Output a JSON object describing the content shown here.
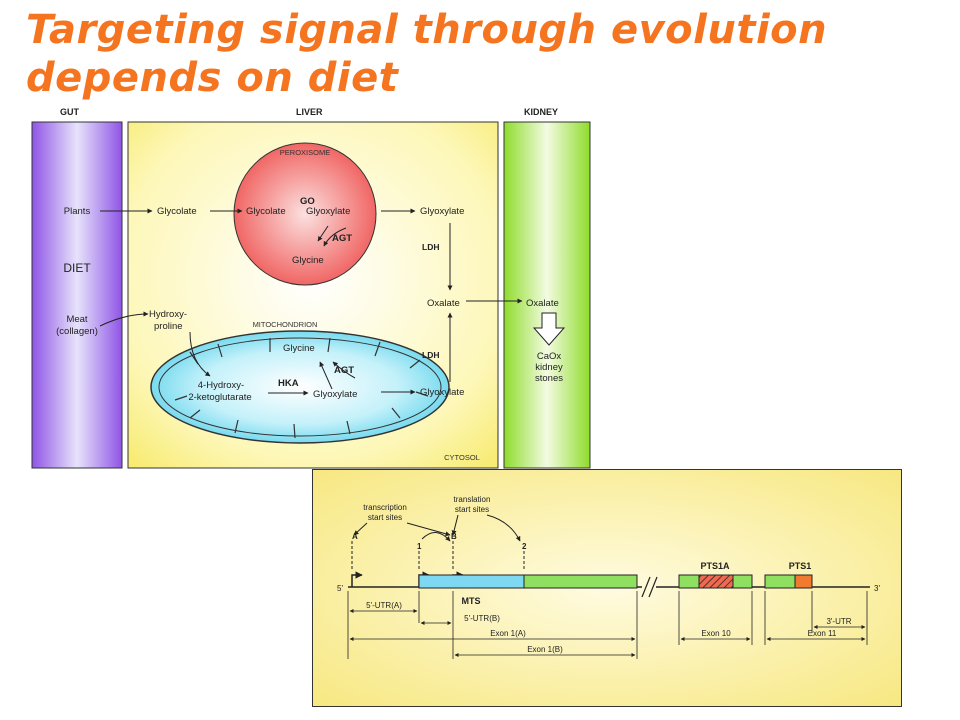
{
  "title": {
    "line1": "Targeting signal through evolution",
    "line2": "depends on diet"
  },
  "metabolism": {
    "compartments": {
      "gut": "GUT",
      "liver": "LIVER",
      "kidney": "KIDNEY",
      "peroxisome": "PEROXISOME",
      "mitochondrion": "MITOCHONDRION",
      "cytosol": "CYTOSOL"
    },
    "gut": {
      "plants": "Plants",
      "diet": "DIET",
      "meat_line1": "Meat",
      "meat_line2": "(collagen)"
    },
    "liver": {
      "glycolate_cytosol": "Glycolate",
      "glycolate_perox": "Glycolate",
      "go": "GO",
      "glyoxylate_perox": "Glyoxylate",
      "agt_perox": "AGT",
      "glycine_perox": "Glycine",
      "glyoxylate_top": "Glyoxylate",
      "ldh_top": "LDH",
      "oxalate": "Oxalate",
      "ldh_bottom": "LDH",
      "glyoxylate_bottom": "Glyoxylate",
      "hydroxyproline_line1": "Hydroxy-",
      "hydroxyproline_line2": "proline",
      "glycine_mito": "Glycine",
      "agt_mito": "AGT",
      "hka": "HKA",
      "hkg_line1": "4-Hydroxy-",
      "hkg_line2": "2-ketoglutarate",
      "glyoxylate_mito": "Glyoxylate"
    },
    "kidney": {
      "oxalate": "Oxalate",
      "stones_line1": "CaOx",
      "stones_line2": "kidney",
      "stones_line3": "stones"
    }
  },
  "gene": {
    "transcription_line1": "transcription",
    "transcription_line2": "start sites",
    "translation_line1": "translation",
    "translation_line2": "start sites",
    "site_a": "A",
    "site_b": "B",
    "site_1": "1",
    "site_2": "2",
    "five_prime": "5'",
    "three_prime": "3'",
    "pts1a": "PTS1A",
    "pts1": "PTS1",
    "mts": "MTS",
    "utr5a": "5'-UTR(A)",
    "utr5b": "5'-UTR(B)",
    "utr3": "3'-UTR",
    "exon1a": "Exon 1(A)",
    "exon1b": "Exon 1(B)",
    "exon10": "Exon 10",
    "exon11": "Exon 11"
  },
  "colors": {
    "title": "#f5741f",
    "gut": "#a070e8",
    "liver": "#fbf19a",
    "kidney": "#a6e64a",
    "peroxisome": "#f27a78",
    "mitochondrion": "#7fe0f2",
    "gene_background": "#fbf3b0",
    "mts_segment": "#7fd8f2",
    "exon_segment": "#8fe060",
    "pts1_segment": "#ef7a30"
  }
}
